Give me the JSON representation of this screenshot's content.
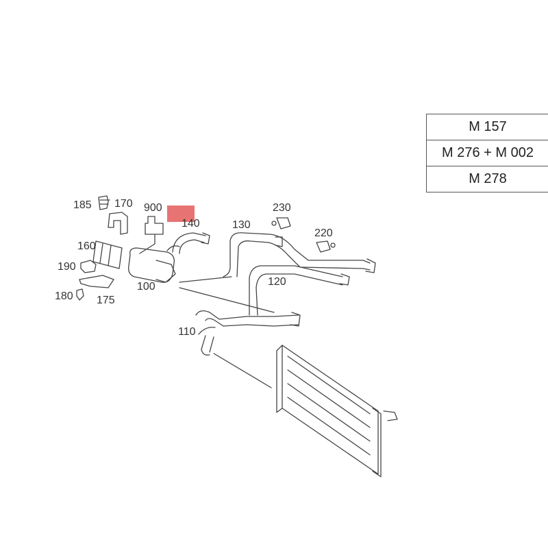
{
  "legend": {
    "rows": [
      "M 157",
      "M 276 + M 002",
      "M 278"
    ]
  },
  "part_labels": {
    "p185": "185",
    "p170": "170",
    "p900": "900",
    "p140": "140",
    "p130": "130",
    "p230": "230",
    "p220": "220",
    "p160": "160",
    "p190": "190",
    "p100": "100",
    "p120": "120",
    "p180": "180",
    "p175": "175",
    "p110": "110"
  },
  "colors": {
    "line": "#444444",
    "highlight_marker": "#e87373"
  }
}
